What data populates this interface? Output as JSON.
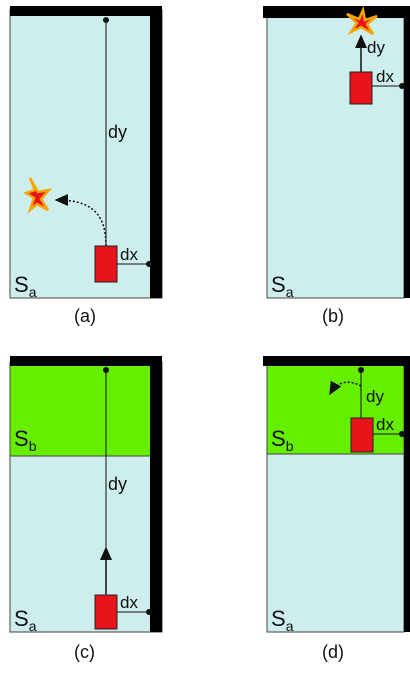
{
  "colors": {
    "region_a": "#cdeeed",
    "region_b": "#66ee00",
    "wall": "#000000",
    "robot": "#e8141c",
    "border": "#444444"
  },
  "labels": {
    "dx": "dx",
    "dy": "dy",
    "region_a_main": "S",
    "region_a_sub": "a",
    "region_b_main": "S",
    "region_b_sub": "b"
  },
  "panels": [
    {
      "caption": "(a)"
    },
    {
      "caption": "(b)"
    },
    {
      "caption": "(c)"
    },
    {
      "caption": "(d)"
    }
  ],
  "icons": {
    "collision": "collision-star-icon",
    "move": "arrow-icon"
  }
}
